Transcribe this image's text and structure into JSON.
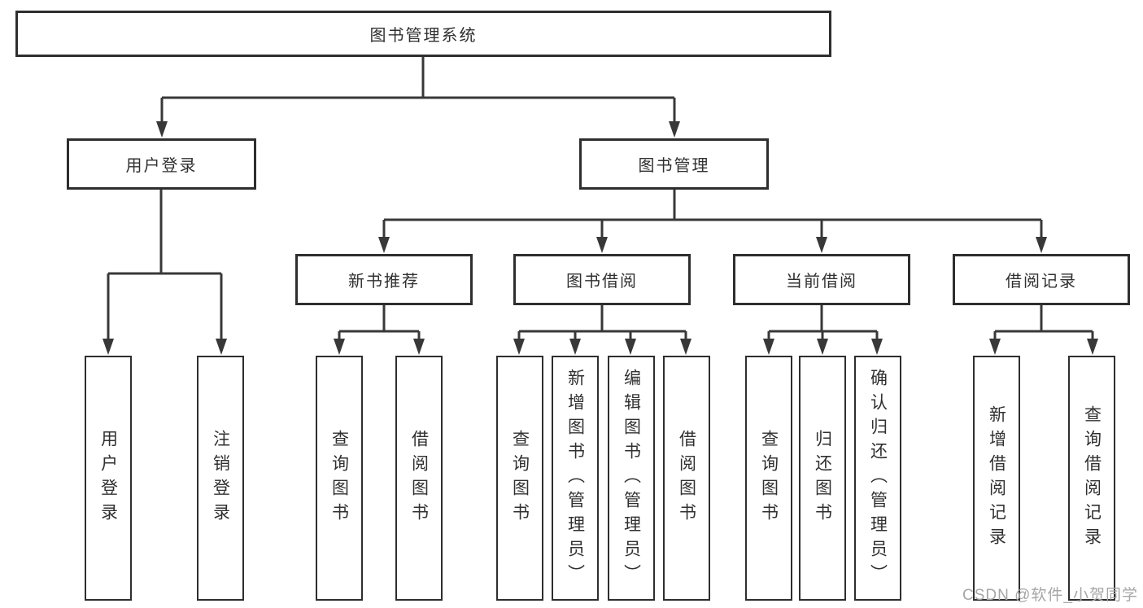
{
  "diagram_type": "hierarchy-tree",
  "colors": {
    "background": "#ffffff",
    "line": "#383838",
    "box_border": "#2e2e2e",
    "box_fill": "#ffffff",
    "text": "#303030",
    "watermark": "#a6a6a6"
  },
  "tree": {
    "label": "图书管理系统",
    "children": [
      {
        "label": "用户登录",
        "children": [
          {
            "label": "用户登录"
          },
          {
            "label": "注销登录"
          }
        ]
      },
      {
        "label": "图书管理",
        "children": [
          {
            "label": "新书推荐",
            "children": [
              {
                "label": "查询图书"
              },
              {
                "label": "借阅图书"
              }
            ]
          },
          {
            "label": "图书借阅",
            "children": [
              {
                "label": "查询图书"
              },
              {
                "label": "新增图书（管理员）"
              },
              {
                "label": "编辑图书（管理员）"
              },
              {
                "label": "借阅图书"
              }
            ]
          },
          {
            "label": "当前借阅",
            "children": [
              {
                "label": "查询图书"
              },
              {
                "label": "归还图书"
              },
              {
                "label": "确认归还（管理员）"
              }
            ]
          },
          {
            "label": "借阅记录",
            "children": [
              {
                "label": "新增借阅记录"
              },
              {
                "label": "查询借阅记录"
              }
            ]
          }
        ]
      }
    ]
  },
  "watermark": {
    "text": "CSDN @软件_小贺同学"
  }
}
